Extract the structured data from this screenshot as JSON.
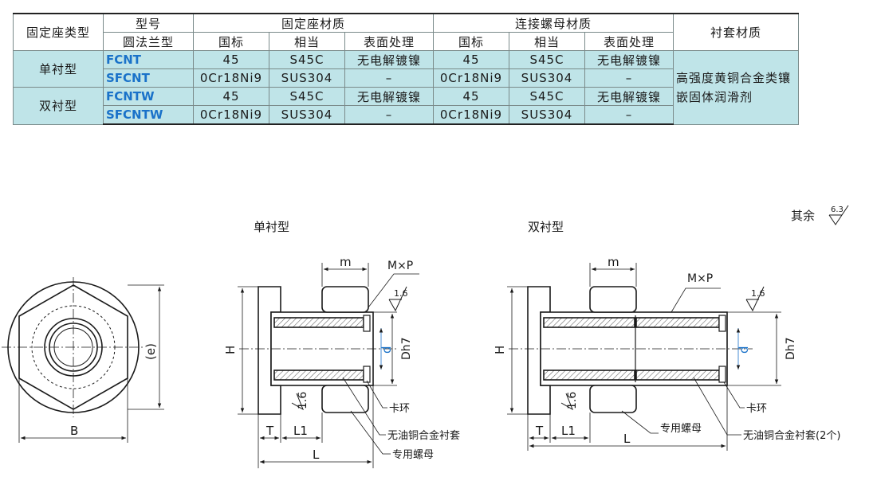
{
  "table": {
    "h_type": "固定座类型",
    "h_model": "型号",
    "h_model_sub": "圆法兰型",
    "h_seat": "固定座材质",
    "h_nut": "连接螺母材质",
    "h_sleeve": "衬套材质",
    "sub_std": "国标",
    "sub_equiv": "相当",
    "sub_surface": "表面处理",
    "group_single": "单衬型",
    "group_double": "双衬型",
    "sleeve_material": "高强度黄铜合金类镶嵌固体润滑剂",
    "rows": [
      {
        "model": "FCNT",
        "seat_std": "45",
        "seat_equiv": "S45C",
        "seat_surface": "无电解镀镍",
        "nut_std": "45",
        "nut_equiv": "S45C",
        "nut_surface": "无电解镀镍"
      },
      {
        "model": "SFCNT",
        "seat_std": "0Cr18Ni9",
        "seat_equiv": "SUS304",
        "seat_surface": "–",
        "nut_std": "0Cr18Ni9",
        "nut_equiv": "SUS304",
        "nut_surface": "–"
      },
      {
        "model": "FCNTW",
        "seat_std": "45",
        "seat_equiv": "S45C",
        "seat_surface": "无电解镀镍",
        "nut_std": "45",
        "nut_equiv": "S45C",
        "nut_surface": "无电解镀镍"
      },
      {
        "model": "SFCNTW",
        "seat_std": "0Cr18Ni9",
        "seat_equiv": "SUS304",
        "seat_surface": "–",
        "nut_std": "0Cr18Ni9",
        "nut_equiv": "SUS304",
        "nut_surface": "–"
      }
    ]
  },
  "drawings": {
    "roughness_note": "其余",
    "roughness_general": "6.3",
    "roughness_local": "1.6",
    "single_title": "单衬型",
    "double_title": "双衬型",
    "dim_B": "B",
    "dim_e": "(e)",
    "dim_H": "H",
    "dim_m": "m",
    "dim_MP": "M×P",
    "dim_d": "d",
    "dim_Dh7": "Dh7",
    "dim_T": "T",
    "dim_L1": "L1",
    "dim_L": "L",
    "label_clip": "卡环",
    "label_sleeve": "无油铜合金衬套",
    "label_sleeve_double": "无油铜合金衬套(2个)",
    "label_nut": "专用螺母"
  },
  "colors": {
    "table_fill": "#bfe4e8",
    "model_text": "#1a72c9",
    "line": "#1a1a1a",
    "hatch": "#6a6a6a"
  }
}
